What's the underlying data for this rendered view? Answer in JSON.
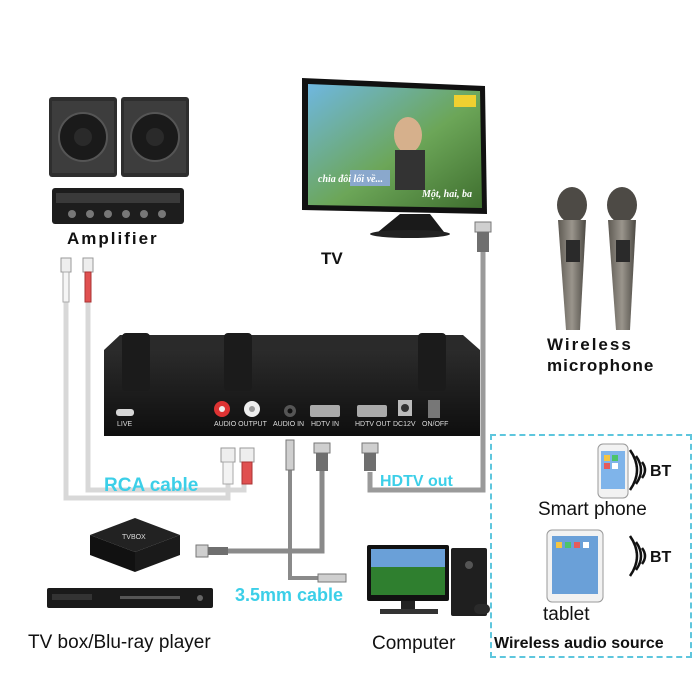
{
  "labels": {
    "amplifier": "Amplifier",
    "tv": "TV",
    "wireless_microphone_line1": "Wireless",
    "wireless_microphone_line2": "microphone",
    "rca_cable": "RCA cable",
    "hdtv_out": "HDTV out",
    "cable_35mm": "3.5mm cable",
    "tv_box": "TV box/Blu-ray player",
    "computer": "Computer",
    "smart_phone": "Smart phone",
    "tablet": "tablet",
    "wireless_audio_source": "Wireless audio source",
    "bt_phone": "BT",
    "bt_tablet": "BT"
  },
  "device_panel": {
    "live": "LIVE",
    "audio_output": "AUDIO   OUTPUT",
    "audio_in": "AUDIO IN",
    "hdtv_in": "HDTV IN",
    "hdtv_out": "HDTV OUT",
    "dc12v": "DC12V",
    "on_off": "ON/OFF"
  },
  "tv_screen": {
    "caption_left": "chia đôi lối về...",
    "caption_right": "Một, hai, ba"
  },
  "tv_box_brand": "TVBOX",
  "colors": {
    "cable_gray": "#8a8a8a",
    "cable_light": "#cfcfcf",
    "label_cyan": "#3ccfe8",
    "dashed_border": "#5ec6dd"
  }
}
